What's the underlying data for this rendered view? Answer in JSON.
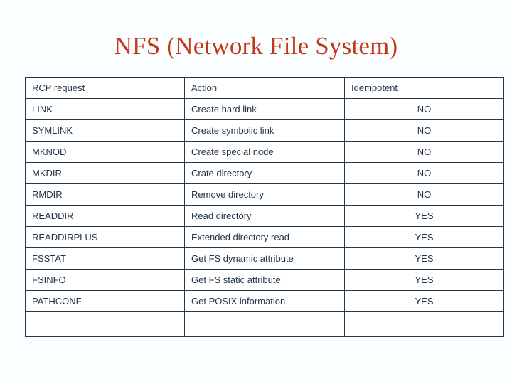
{
  "slide": {
    "title": "NFS (Network File System)",
    "title_color": "#c0381a",
    "text_color": "#1f3448",
    "background_color": "#fbfeff",
    "border_color": "#1e3a4f"
  },
  "table": {
    "columns": [
      "RCP request",
      "Action",
      "Idempotent"
    ],
    "rows": [
      {
        "rpc": "LINK",
        "action": "Create hard link",
        "idempotent": "NO"
      },
      {
        "rpc": "SYMLINK",
        "action": "Create symbolic link",
        "idempotent": "NO"
      },
      {
        "rpc": "MKNOD",
        "action": "Create special node",
        "idempotent": "NO"
      },
      {
        "rpc": "MKDIR",
        "action": "Crate directory",
        "idempotent": "NO"
      },
      {
        "rpc": "RMDIR",
        "action": "Remove directory",
        "idempotent": "NO"
      },
      {
        "rpc": "READDIR",
        "action": "Read directory",
        "idempotent": "YES"
      },
      {
        "rpc": "READDIRPLUS",
        "action": "Extended directory read",
        "idempotent": "YES"
      },
      {
        "rpc": "FSSTAT",
        "action": "Get FS dynamic attribute",
        "idempotent": "YES"
      },
      {
        "rpc": "FSINFO",
        "action": "Get FS static attribute",
        "idempotent": "YES"
      },
      {
        "rpc": "PATHCONF",
        "action": "Get POSIX information",
        "idempotent": "YES"
      }
    ],
    "filler_row": {
      "rpc": "",
      "action": "",
      "idempotent": ""
    }
  }
}
